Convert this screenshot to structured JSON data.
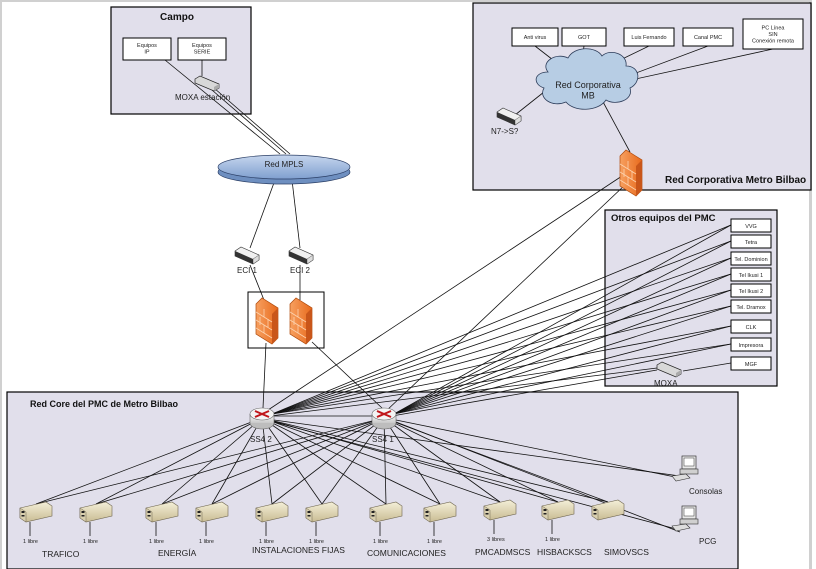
{
  "regions": {
    "campo": {
      "title": "Campo",
      "boxes": [
        "Equipos\nIP",
        "Equipos\nSERIE"
      ],
      "moxa_label": "MOXA estación"
    },
    "corporativa": {
      "title": "Red Corporativa Metro Bilbao",
      "cloud_label": "Red Corporativa\nMB",
      "boxes": [
        "Anti virus",
        "GOT",
        "Luis Fernando",
        "Canal PMC",
        "PC Línea\nSIN\nConexión remota"
      ],
      "switch_label": "N7->S?"
    },
    "otros": {
      "title": "Otros equipos del PMC",
      "boxes": [
        "VVG",
        "Tetra",
        "Tel. Dominion",
        "Tel Ikusi 1",
        "Tel Ikusi 2",
        "Tel. Dramox",
        "CLK",
        "Impresora",
        "MGF"
      ],
      "moxa_label": "MOXA"
    },
    "core": {
      "title": "Red Core del PMC de Metro Bilbao",
      "routers": [
        "SS4 2",
        "SS4 1"
      ],
      "servers": [
        {
          "libre": "1 libre"
        },
        {
          "libre": "1 libre"
        },
        {
          "libre": "1 libre"
        },
        {
          "libre": "1 libre"
        },
        {
          "libre": "1 libre"
        },
        {
          "libre": "1 libre"
        },
        {
          "libre": "1 libre"
        },
        {
          "libre": "1 libre"
        },
        {
          "libre": "3 libres"
        },
        {
          "libre": "1 libre"
        },
        {
          "libre": ""
        }
      ],
      "groups": [
        "TRAFICO",
        "ENERGÍA",
        "INSTALACIONES FIJAS",
        "COMUNICACIONES",
        "PMCADMSCS",
        "HISBACKSCS",
        "SIMOVSCS"
      ],
      "pcs": [
        "Consolas",
        "PCG"
      ]
    }
  },
  "mpls": {
    "label": "Red MPLS"
  },
  "eci": [
    "ECI 1",
    "ECI 2"
  ]
}
